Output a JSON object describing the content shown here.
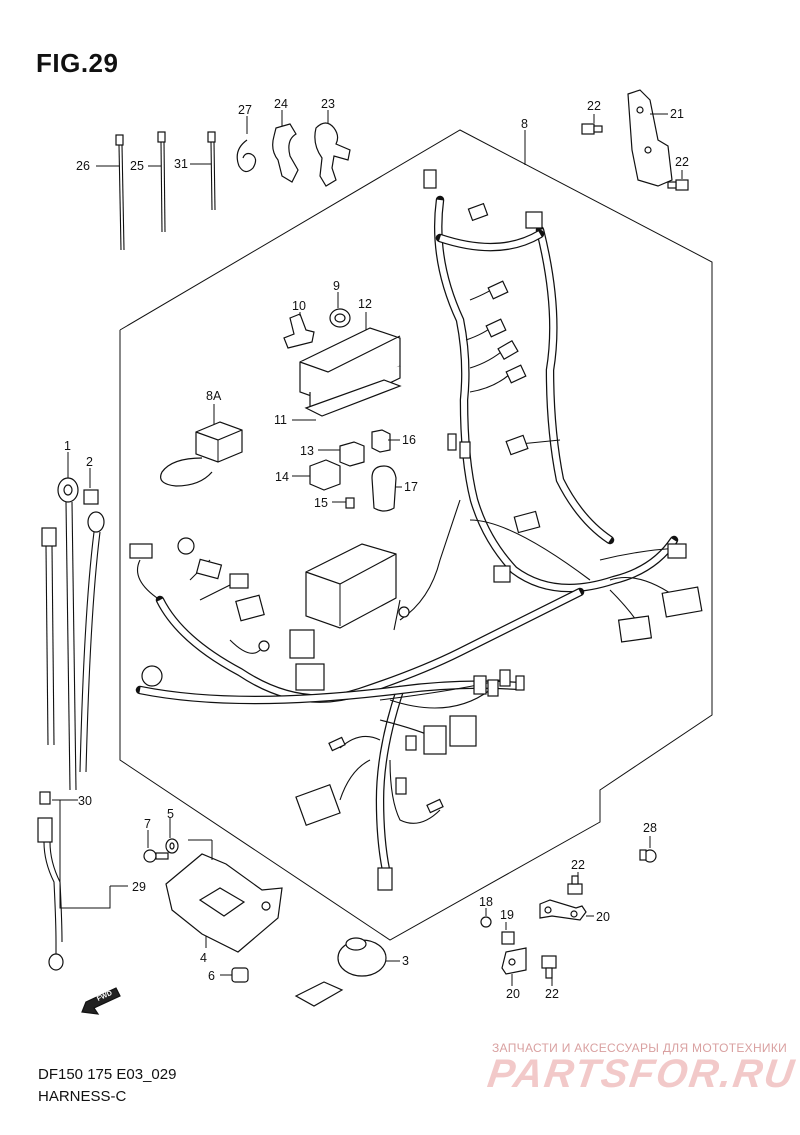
{
  "figure": {
    "title": "FIG.29",
    "code": "DF150 175 E03_029",
    "name": "HARNESS-C"
  },
  "watermark": {
    "tagline": "ЗАПЧАСТИ И АКСЕССУАРЫ ДЛЯ МОТОТЕХНИКИ",
    "brand": "PARTSFOR.RU",
    "color": "#f2c9c9"
  },
  "callouts": [
    "1",
    "2",
    "3",
    "4",
    "5",
    "6",
    "7",
    "8",
    "8A",
    "9",
    "10",
    "11",
    "12",
    "13",
    "14",
    "15",
    "16",
    "17",
    "18",
    "19",
    "20",
    "20",
    "20",
    "21",
    "22",
    "22",
    "22",
    "22",
    "23",
    "24",
    "25",
    "26",
    "27",
    "28",
    "29",
    "30",
    "31"
  ],
  "badge": "FWD"
}
